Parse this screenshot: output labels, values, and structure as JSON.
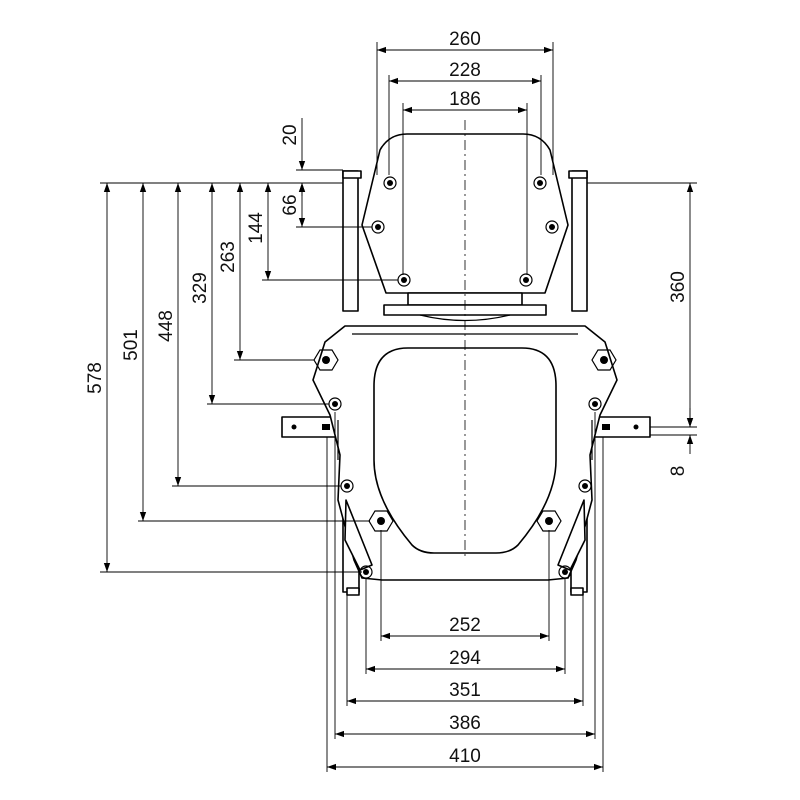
{
  "drawing": {
    "horizontal_dimensions": [
      {
        "id": "top-width-outer",
        "label": "260"
      },
      {
        "id": "top-width-mid",
        "label": "228"
      },
      {
        "id": "top-width-inner",
        "label": "186"
      },
      {
        "id": "bottom-width-1",
        "label": "252"
      },
      {
        "id": "bottom-width-2",
        "label": "294"
      },
      {
        "id": "bottom-width-3",
        "label": "351"
      },
      {
        "id": "bottom-width-4",
        "label": "386"
      },
      {
        "id": "bottom-width-5",
        "label": "410"
      }
    ],
    "vertical_dimensions": [
      {
        "id": "height-578",
        "label": "578"
      },
      {
        "id": "height-501",
        "label": "501"
      },
      {
        "id": "height-448",
        "label": "448"
      },
      {
        "id": "height-329",
        "label": "329"
      },
      {
        "id": "height-263",
        "label": "263"
      },
      {
        "id": "height-144",
        "label": "144"
      },
      {
        "id": "height-66",
        "label": "66"
      },
      {
        "id": "height-20",
        "label": "20"
      },
      {
        "id": "height-360",
        "label": "360"
      },
      {
        "id": "height-8",
        "label": "8"
      }
    ]
  }
}
